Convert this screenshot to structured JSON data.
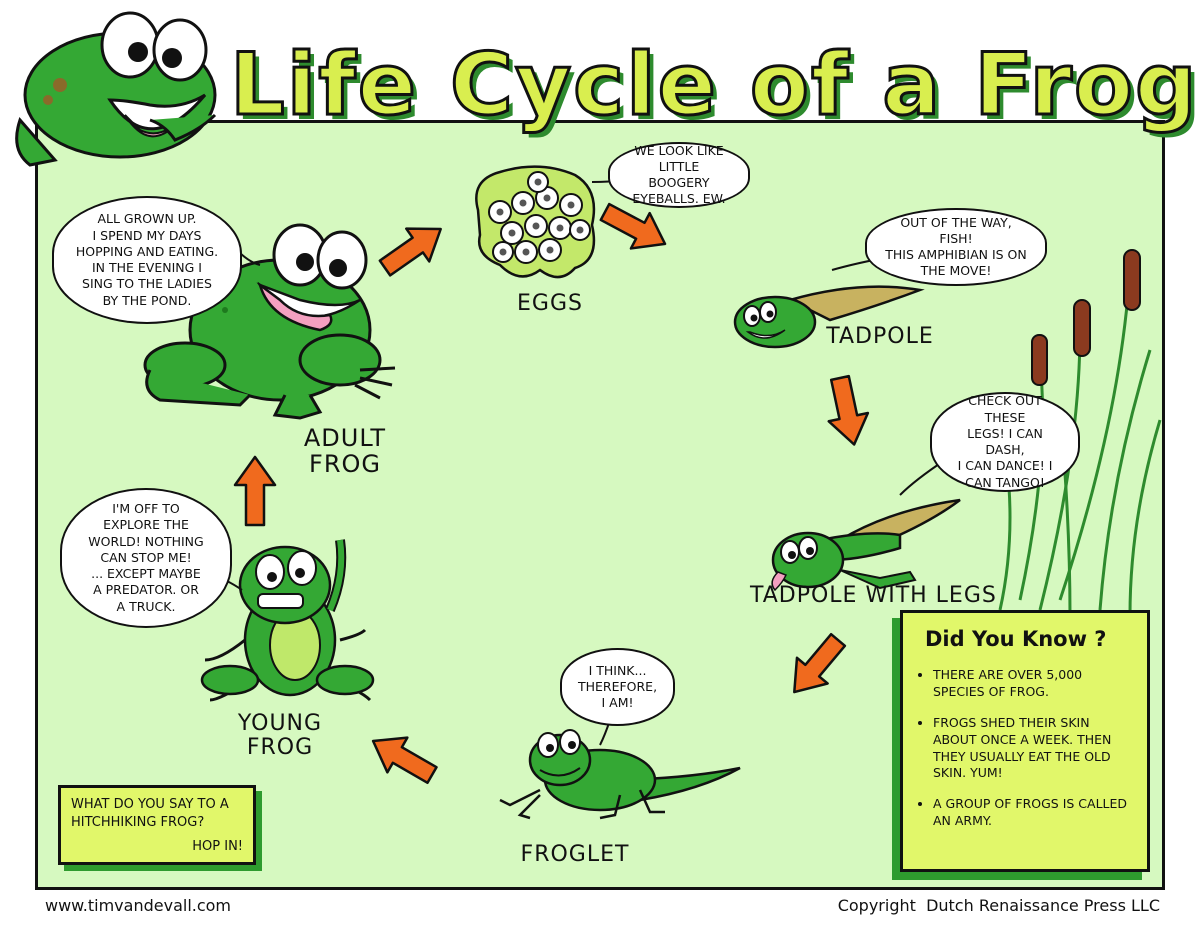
{
  "title": "Life Cycle of a Frog",
  "stages": {
    "eggs": "EGGS",
    "tadpole": "TADPOLE",
    "tadpole_legs": "TADPOLE WITH LEGS",
    "froglet": "FROGLET",
    "young_frog": "YOUNG\nFROG",
    "adult_frog": "ADULT\nFROG"
  },
  "bubbles": {
    "eggs": "We look like\nlittle boogery\neyeballs. Ew.",
    "tadpole": "Out of the way, fish!\nThis amphibian is on\nthe move!",
    "tadpole_legs": "Check out these\nlegs! I can dash,\nI can dance! I\ncan tango!",
    "froglet": "I think...\ntherefore,\nI am!",
    "young_frog": "I'm off to\nexplore the\nworld! Nothing\ncan stop me!\n... except maybe\na predator. or\na truck.",
    "adult_frog": "All grown up.\nI spend my days\nhopping and eating.\nIn the evening I\nsing to the ladies\nby the pond."
  },
  "joke": {
    "question": "What do you say to a hitchhiking frog?",
    "answer": "Hop in!"
  },
  "did_you_know": {
    "heading": "Did You Know ?",
    "facts": [
      "There are over 5,000 species of frog.",
      "Frogs shed their skin about once a week. Then they usually eat the old skin. Yum!",
      "A group of frogs is called an army."
    ]
  },
  "footer": {
    "website": "www.timvandevall.com",
    "copyright": "Copyright  Dutch Renaissance Press LLC"
  },
  "colors": {
    "background": "#d6f9c0",
    "frog_green": "#2e9b2e",
    "arrow_orange": "#f06a1e",
    "title_yellow": "#d9ee4f",
    "box_yellow": "#e1f76a",
    "cattail_brown": "#8b3a1f"
  }
}
